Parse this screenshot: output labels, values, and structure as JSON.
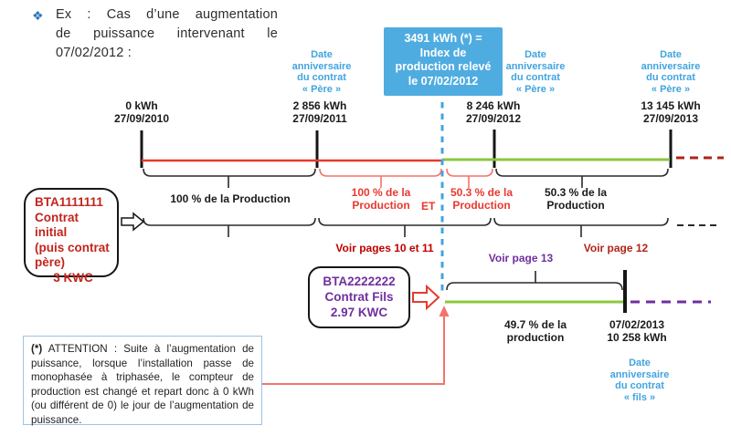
{
  "header": {
    "bullet": "❖",
    "lines": [
      "Ex : Cas d’une augmentation",
      "de puissance intervenant le",
      "07/02/2012 :"
    ]
  },
  "callout": {
    "lines": [
      "3491 kWh (*) =",
      "Index de",
      "production relevé",
      "le 07/02/2012"
    ]
  },
  "anniversary": {
    "pere_lines": [
      "Date",
      "anniversaire",
      "du contrat",
      "« Père »"
    ],
    "fils_lines": [
      "Date",
      "anniversaire",
      "du contrat",
      "« fils »"
    ]
  },
  "milestones": [
    {
      "kwh": "0 kWh",
      "date": "27/09/2010"
    },
    {
      "kwh": "2 856 kWh",
      "date": "27/09/2011"
    },
    {
      "kwh": "8 246 kWh",
      "date": "27/09/2012"
    },
    {
      "kwh": "13 145 kWh",
      "date": "27/09/2013"
    }
  ],
  "pere_box": {
    "id": "BTA1111111",
    "line2": "Contrat initial",
    "line3": "(puis contrat",
    "line4": "père)",
    "power": "3 KWC"
  },
  "fils_box": {
    "id": "BTA2222222",
    "line2": "Contrat Fils",
    "power": "2.97 KWC"
  },
  "production": {
    "pere_year1": "100 % de la Production",
    "pere_partial_1": [
      "100 % de la",
      "Production"
    ],
    "pere_partial_2": [
      "50.3 % de la",
      "Production"
    ],
    "pere_year3": [
      "50.3 % de la",
      "Production"
    ],
    "fils_share": [
      "49.7 % de la",
      "production"
    ],
    "et": "ET"
  },
  "page_refs": {
    "pages_10_11": "Voir pages 10 et 11",
    "page_13": "Voir page 13",
    "page_12": "Voir page 12"
  },
  "fils_end": {
    "date": "07/02/2013",
    "kwh": "10 258 kWh"
  },
  "attention": {
    "prefix": "(*)",
    "text": " ATTENTION : Suite à l’augmentation de puissance, lorsque l’installation passe de monophasée à triphasée, le compteur de production est changé et repart donc à 0 kWh (ou différent de 0) le jour de l’augmentation de puissance."
  },
  "colors": {
    "accent_blue": "#41A4DF",
    "callout_bg": "#4FACE0",
    "red": "#E8392E",
    "salmon": "#F4736A",
    "contract_red": "#C3251C",
    "ref_red": "#C00000",
    "brick_red": "#B02418",
    "green": "#8CC63F",
    "purple": "#7030A0",
    "note_border": "#9DC3E6"
  }
}
